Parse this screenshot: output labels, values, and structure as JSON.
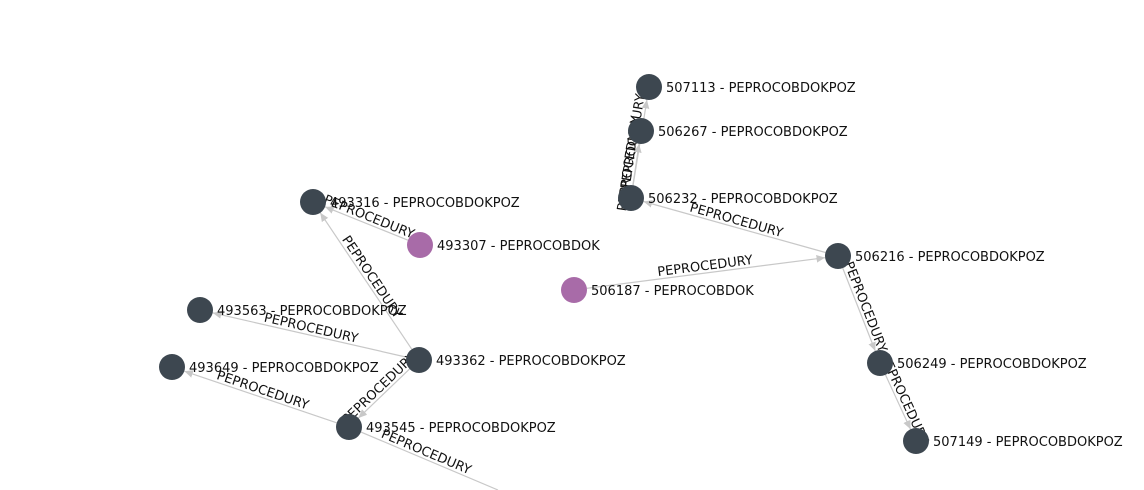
{
  "graph": {
    "colors": {
      "table_node": "#3d4750",
      "doc_node": "#a86ba8",
      "edge": "#c8c8c8",
      "text": "#111111"
    },
    "nodes": [
      {
        "id": "n493316",
        "label": "493316 - PEPROCOBDOKPOZ",
        "kind": "table_node"
      },
      {
        "id": "n493307",
        "label": "493307 - PEPROCOBDOK",
        "kind": "doc_node"
      },
      {
        "id": "n493563",
        "label": "493563 - PEPROCOBDOKPOZ",
        "kind": "table_node"
      },
      {
        "id": "n493649",
        "label": "493649 - PEPROCOBDOKPOZ",
        "kind": "table_node"
      },
      {
        "id": "n493362",
        "label": "493362 - PEPROCOBDOKPOZ",
        "kind": "table_node"
      },
      {
        "id": "n493545",
        "label": "493545 - PEPROCOBDOKPOZ",
        "kind": "table_node"
      },
      {
        "id": "n507113",
        "label": "507113 - PEPROCOBDOKPOZ",
        "kind": "table_node"
      },
      {
        "id": "n506267",
        "label": "506267 - PEPROCOBDOKPOZ",
        "kind": "table_node"
      },
      {
        "id": "n506232",
        "label": "506232 - PEPROCOBDOKPOZ",
        "kind": "table_node"
      },
      {
        "id": "n506216",
        "label": "506216 - PEPROCOBDOKPOZ",
        "kind": "table_node"
      },
      {
        "id": "n506187",
        "label": "506187 - PEPROCOBDOK",
        "kind": "doc_node"
      },
      {
        "id": "n506249",
        "label": "506249 - PEPROCOBDOKPOZ",
        "kind": "table_node"
      },
      {
        "id": "n507149",
        "label": "507149 - PEPROCOBDOKPOZ",
        "kind": "table_node"
      }
    ],
    "edges": [
      {
        "from": "n493307",
        "to": "n493316",
        "label": "PEPROCEDURY"
      },
      {
        "from": "n493362",
        "to": "n493316",
        "label": "PEPROCEDURY"
      },
      {
        "from": "n493362",
        "to": "n493563",
        "label": "PEPROCEDURY"
      },
      {
        "from": "n493362",
        "to": "n493545",
        "label": "PEPROCEDURY"
      },
      {
        "from": "n493545",
        "to": "n493649",
        "label": "PEPROCEDURY"
      },
      {
        "from": "n493545",
        "to": null,
        "label": "PEPROCEDURY"
      },
      {
        "from": "n506232",
        "to": "n507113",
        "label": "PEPROCEDURY"
      },
      {
        "from": "n506232",
        "to": "n506267",
        "label": "PEPROCEDURY"
      },
      {
        "from": "n506216",
        "to": "n506232",
        "label": "PEPROCEDURY"
      },
      {
        "from": "n506187",
        "to": "n506216",
        "label": "PEPROCEDURY"
      },
      {
        "from": "n506216",
        "to": "n506249",
        "label": "PEPROCEDURY"
      },
      {
        "from": "n506249",
        "to": "n507149",
        "label": "PEPROCEDURY"
      }
    ]
  }
}
